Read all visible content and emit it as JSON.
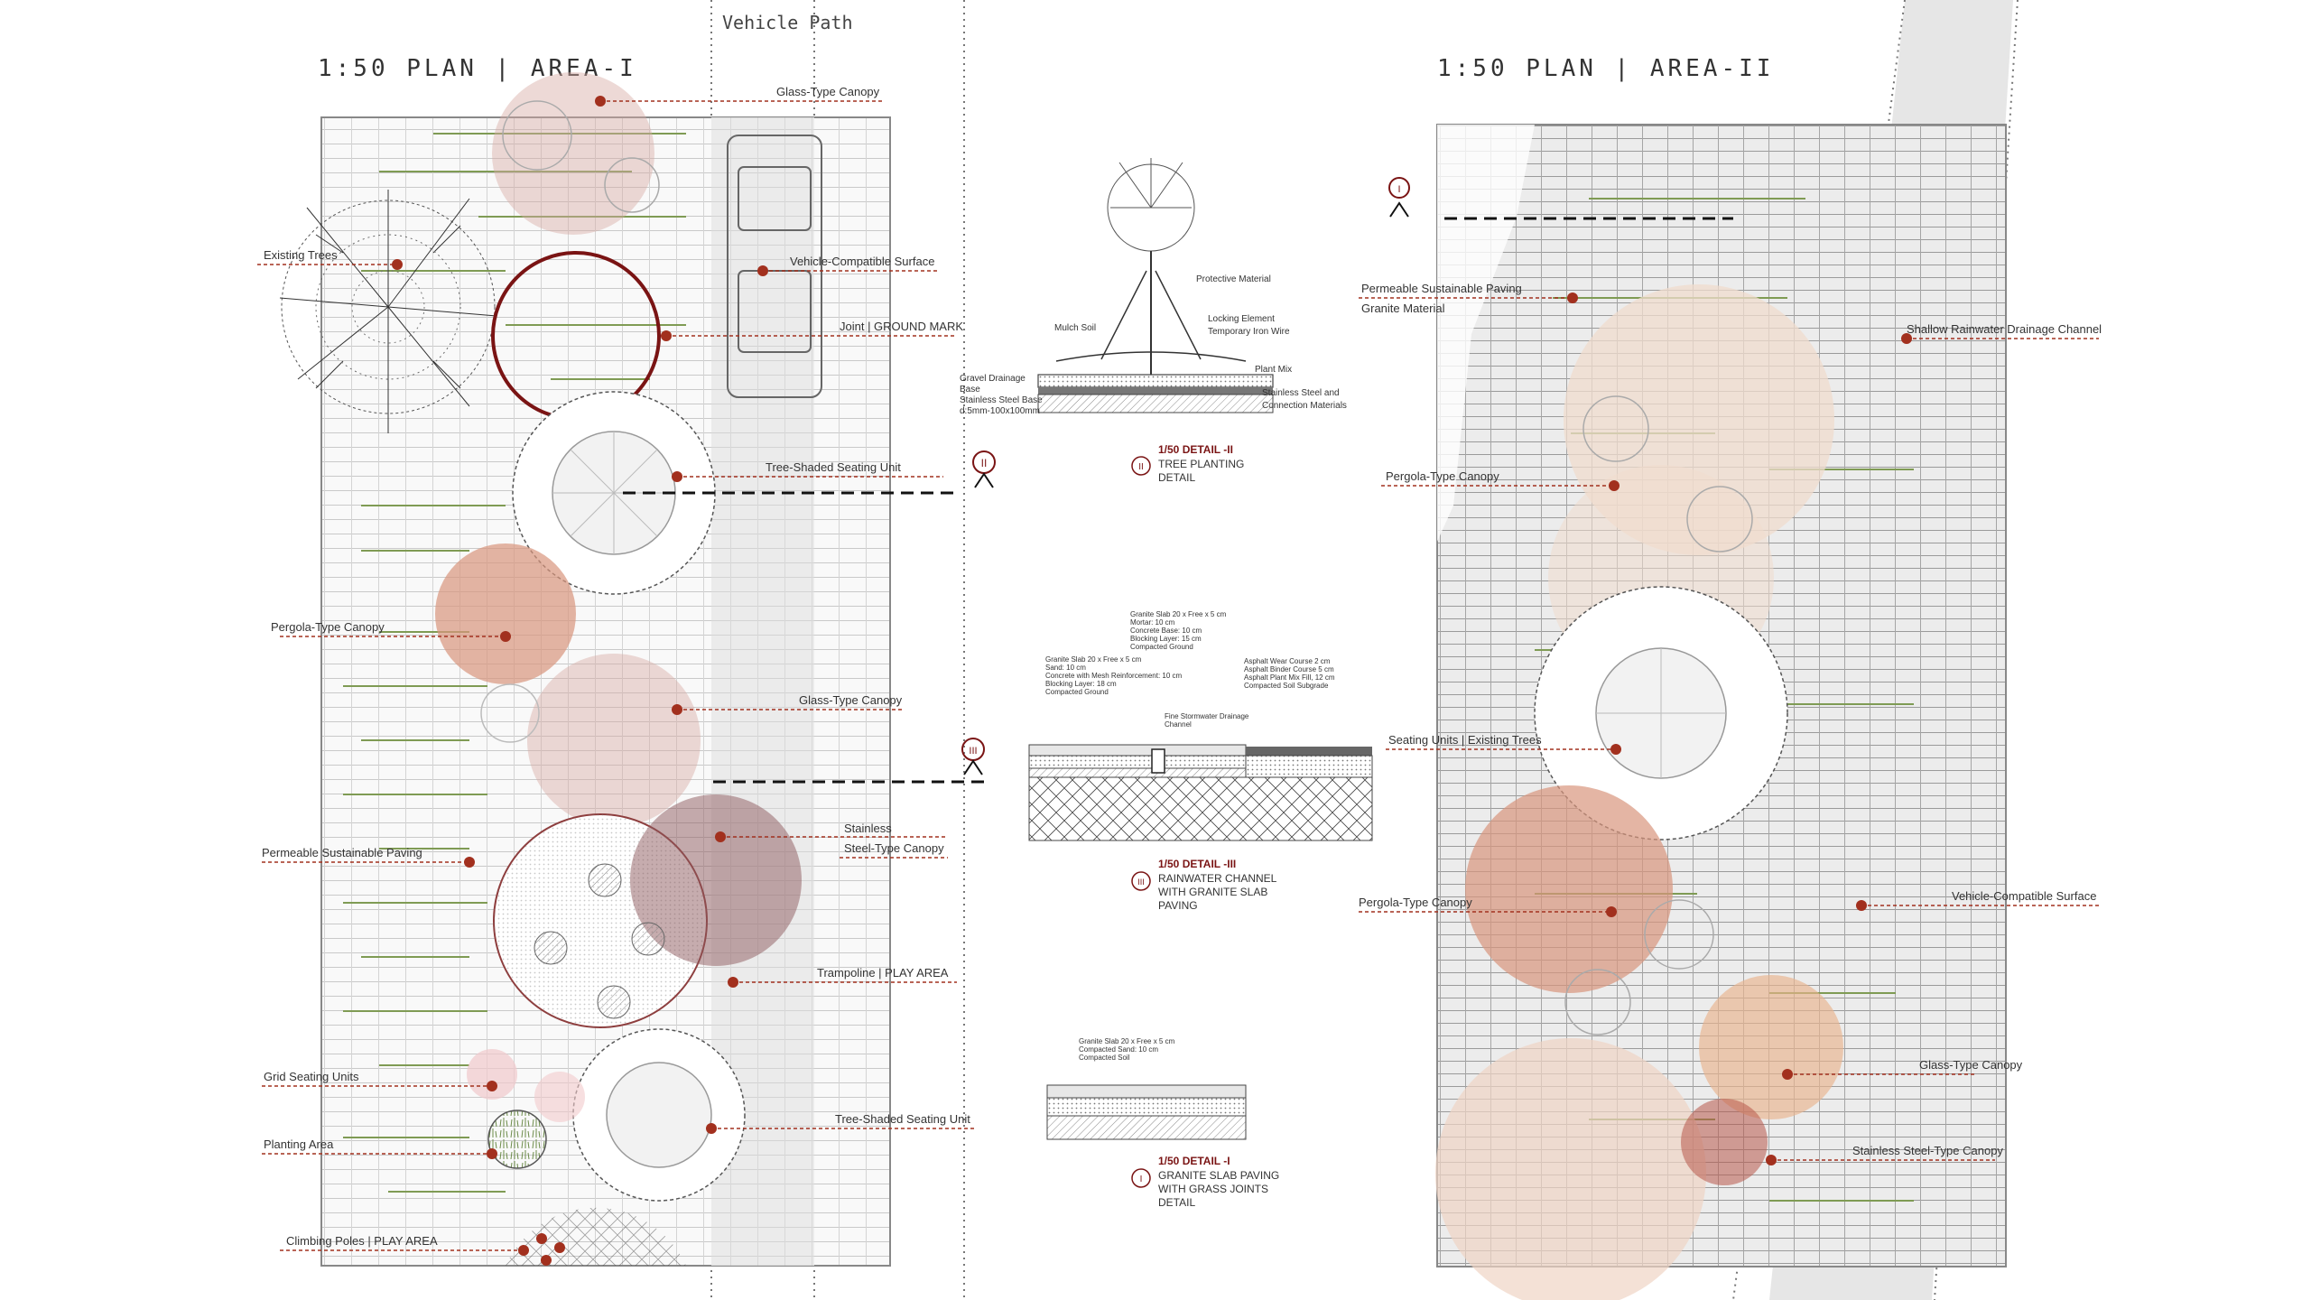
{
  "area1": {
    "title": "1:50   PLAN |  AREA-I",
    "vehicle_path": "Vehicle Path",
    "labels": {
      "glass_canopy_top": "Glass-Type Canopy",
      "existing_trees": "Existing Trees",
      "vehicle_surface": "Vehicle-Compatible Surface",
      "joint": "Joint | GROUND MARK",
      "tree_seating_1": "Tree-Shaded Seating Unit",
      "pergola": "Pergola-Type Canopy",
      "glass_canopy_mid": "Glass-Type Canopy",
      "stainless_1": "Stainless",
      "stainless_2": "Steel-Type Canopy",
      "permeable": "Permeable Sustainable Paving",
      "trampoline": "Trampoline | PLAY AREA",
      "grid_seating": "Grid Seating Units",
      "tree_seating_2": "Tree-Shaded Seating Unit",
      "planting": "Planting Area",
      "climbing": "Climbing Poles | PLAY AREA"
    },
    "markers": {
      "section_ii": "II",
      "section_iii": "III"
    }
  },
  "area2": {
    "title": "1:50   PLAN |  AREA-II",
    "labels": {
      "permeable_1": "Permeable Sustainable Paving",
      "permeable_2": "Granite Material",
      "drainage": "Shallow Rainwater Drainage Channel",
      "pergola_1": "Pergola-Type Canopy",
      "seating": "Seating Units | Existing Trees",
      "pergola_2": "Pergola-Type Canopy",
      "vehicle_surface": "Vehicle-Compatible Surface",
      "glass": "Glass-Type Canopy",
      "stainless": "Stainless Steel-Type Canopy"
    },
    "markers": {
      "section_i": "I"
    }
  },
  "details": {
    "d2": {
      "marker": "II",
      "title": "1/50 DETAIL -II",
      "line1": "TREE PLANTING",
      "line2": "DETAIL",
      "notes": {
        "protective": "Protective Material",
        "mulch": "Mulch Soil",
        "locking": "Locking Element",
        "iron": "Temporary Iron Wire",
        "plant_mix": "Plant Mix",
        "gravel_1": "Gravel Drainage",
        "gravel_2": "Base",
        "stainless_base": "Stainless Steel Base",
        "dim": "d:5mm-100x100mm",
        "steel_1": "Stainless Steel and",
        "steel_2": "Connection Materials"
      }
    },
    "d3": {
      "marker": "III",
      "title": "1/50 DETAIL -III",
      "line1": "RAINWATER CHANNEL",
      "line2": "WITH GRANITE SLAB",
      "line3": "PAVING",
      "notes_top": [
        "Granite Slab 20 x Free x 5 cm",
        "Mortar: 10 cm",
        "Concrete Base: 10 cm",
        "Blocking Layer: 15 cm",
        "Compacted Ground"
      ],
      "notes_left": [
        "Granite Slab 20 x Free x 5 cm",
        "Sand: 10 cm",
        "Concrete with Mesh Reinforcement: 10 cm",
        "Blocking Layer: 18 cm",
        "Compacted Ground"
      ],
      "notes_right": [
        "Asphalt Wear Course 2 cm",
        "Asphalt Binder Course 5 cm",
        "Asphalt Plant Mix Fill, 12 cm",
        "Compacted Soil Subgrade"
      ],
      "channel_1": "Fine Stormwater Drainage",
      "channel_2": "Channel"
    },
    "d1": {
      "marker": "I",
      "title": "1/50 DETAIL -I",
      "line1": "GRANITE SLAB PAVING",
      "line2": "WITH GRASS JOINTS",
      "line3": "DETAIL",
      "notes": [
        "Granite Slab 20 x Free x 5 cm",
        "Compacted Sand: 10 cm",
        "Compacted Soil"
      ]
    }
  },
  "colors": {
    "accent_red": "#a2301e",
    "dark_red": "#7a1414",
    "grass": "#7f9b54",
    "pergola": "#d9957e",
    "stainless": "#8e5a5e"
  }
}
